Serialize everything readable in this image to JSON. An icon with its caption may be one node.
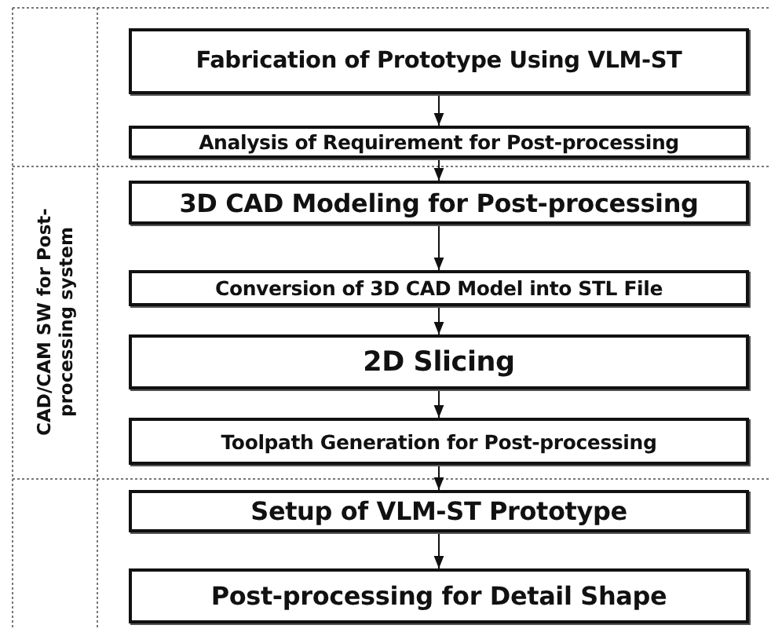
{
  "diagram": {
    "nodes": [
      {
        "text": [
          "Fabrication of Prototype Using VLM-ST"
        ]
      },
      {
        "text": [
          "Analysis of Requirement for Post-processing"
        ]
      },
      {
        "text": [
          "3D CAD Modeling for Post-processing"
        ]
      },
      {
        "text": [
          "Conversion of 3D CAD Model into STL File"
        ]
      },
      {
        "text": [
          "2D Slicing"
        ]
      },
      {
        "text": [
          "Toolpath Generation for Post-processing"
        ]
      },
      {
        "text": [
          "Setup of VLM-ST Prototype"
        ]
      },
      {
        "text": [
          "Post-processing for Detail Shape"
        ]
      }
    ],
    "edges": [
      {
        "from": 0,
        "to": 1,
        "arrow": "to"
      },
      {
        "from": 1,
        "to": 2,
        "arrow": "to"
      },
      {
        "from": 2,
        "to": 3,
        "arrow": "to"
      },
      {
        "from": 3,
        "to": 4,
        "arrow": "to"
      },
      {
        "from": 4,
        "to": 5,
        "arrow": "to"
      },
      {
        "from": 5,
        "to": 6,
        "arrow": "to"
      },
      {
        "from": 6,
        "to": 7,
        "arrow": "to"
      }
    ],
    "labels": [
      "CAD/CAM SW for Post-processing system"
    ]
  }
}
